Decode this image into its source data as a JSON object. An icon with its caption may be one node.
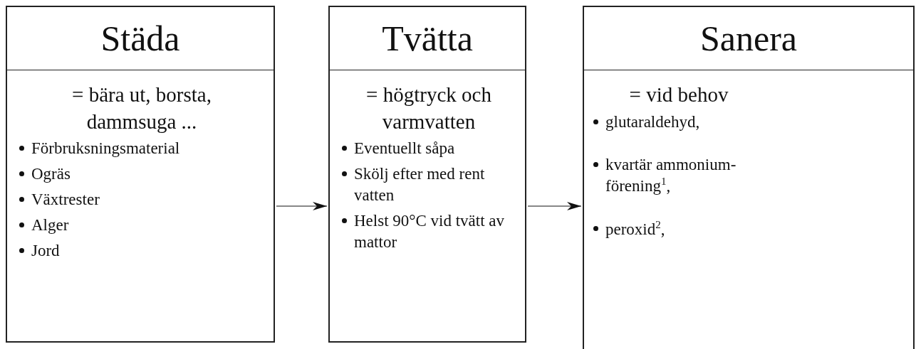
{
  "diagram": {
    "nodes": [
      {
        "text": [
          "Städa",
          "= bära ut, borsta, dammsuga ...",
          "Förbruksningsmaterial",
          "Ogräs",
          "Växtrester",
          "Alger",
          "Jord"
        ]
      },
      {
        "text": [
          "Tvätta",
          "= högtryck och varmvatten",
          "Eventuellt såpa",
          "Skölj efter med rent vatten",
          "Helst 90°C vid tvätt av mattor"
        ]
      },
      {
        "text": [
          "Sanera",
          "= vid behov",
          "glutaraldehyd,",
          "kvartär ammonium-förening$^{1}$,",
          "peroxid$^{2}$,"
        ]
      }
    ],
    "edges": [
      {
        "from": 0,
        "to": 1,
        "arrow": "to"
      },
      {
        "from": 1,
        "to": 2,
        "arrow": "to"
      }
    ]
  }
}
